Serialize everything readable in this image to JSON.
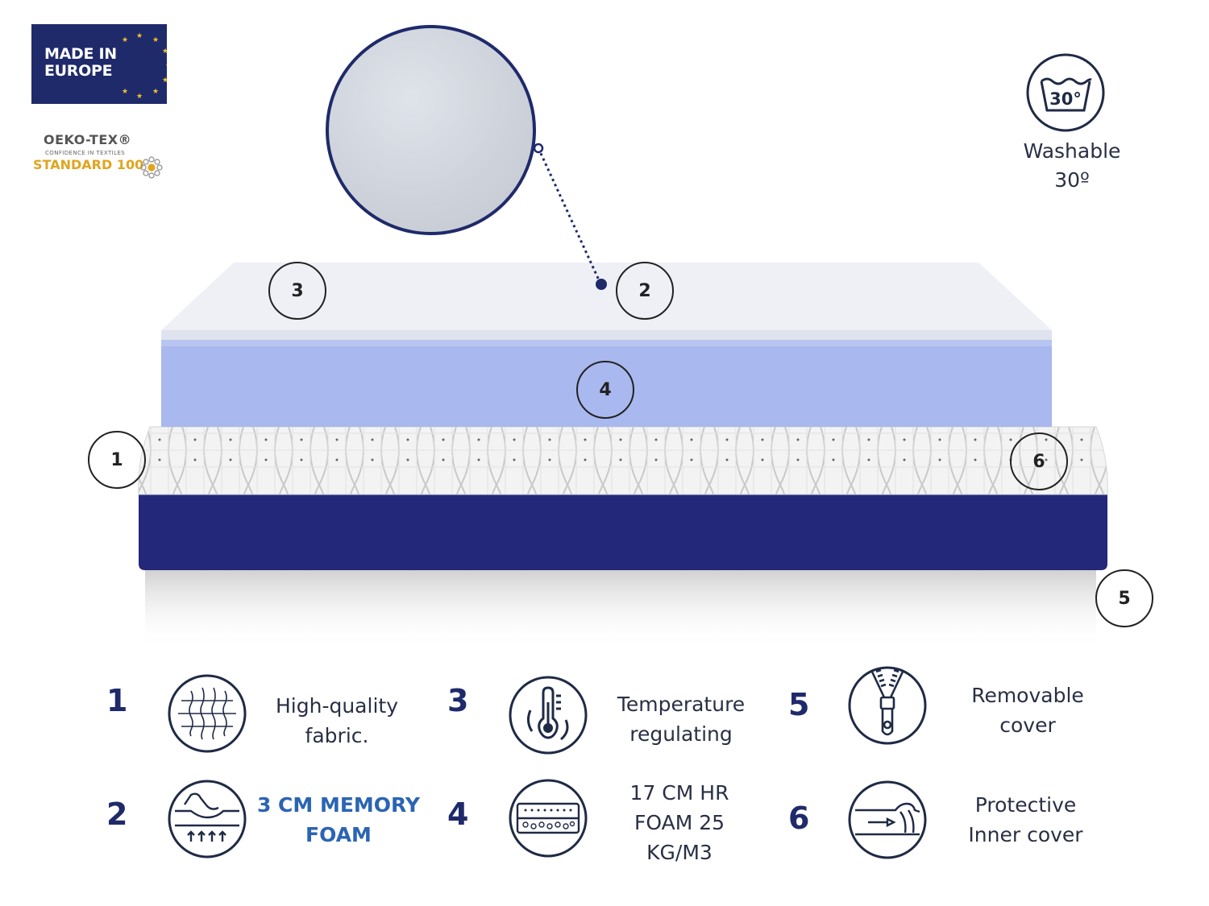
{
  "badges": {
    "made_in_line1": "MADE IN",
    "made_in_line2": "EUROPE",
    "oeko_title": "OEKO-TEX®",
    "oeko_sub": "CONFIDENCE IN TEXTILES",
    "oeko_standard": "STANDARD 100"
  },
  "wash": {
    "icon_label": "30°",
    "line1": "Washable",
    "line2": "30º"
  },
  "markers": [
    "1",
    "2",
    "3",
    "4",
    "5",
    "6"
  ],
  "colors": {
    "navy": "#1f2a6b",
    "lavender": "#a9b8ee",
    "topper": "#eef0f6",
    "accent_blue": "#2b64b3",
    "gold": "#e0a41f"
  },
  "features": [
    {
      "num": "1",
      "icon": "fabric-icon",
      "lines": [
        "High-quality",
        "fabric."
      ]
    },
    {
      "num": "2",
      "icon": "memory-foam-icon",
      "lines": [
        "3 CM MEMORY",
        "FOAM"
      ]
    },
    {
      "num": "3",
      "icon": "thermometer-icon",
      "lines": [
        "Temperature",
        "regulating"
      ]
    },
    {
      "num": "4",
      "icon": "foam-layer-icon",
      "lines": [
        "17 CM HR",
        "FOAM 25",
        "KG/M3"
      ]
    },
    {
      "num": "5",
      "icon": "zipper-icon",
      "lines": [
        "Removable",
        "cover"
      ]
    },
    {
      "num": "6",
      "icon": "inner-cover-icon",
      "lines": [
        "Protective",
        "Inner cover"
      ]
    }
  ]
}
